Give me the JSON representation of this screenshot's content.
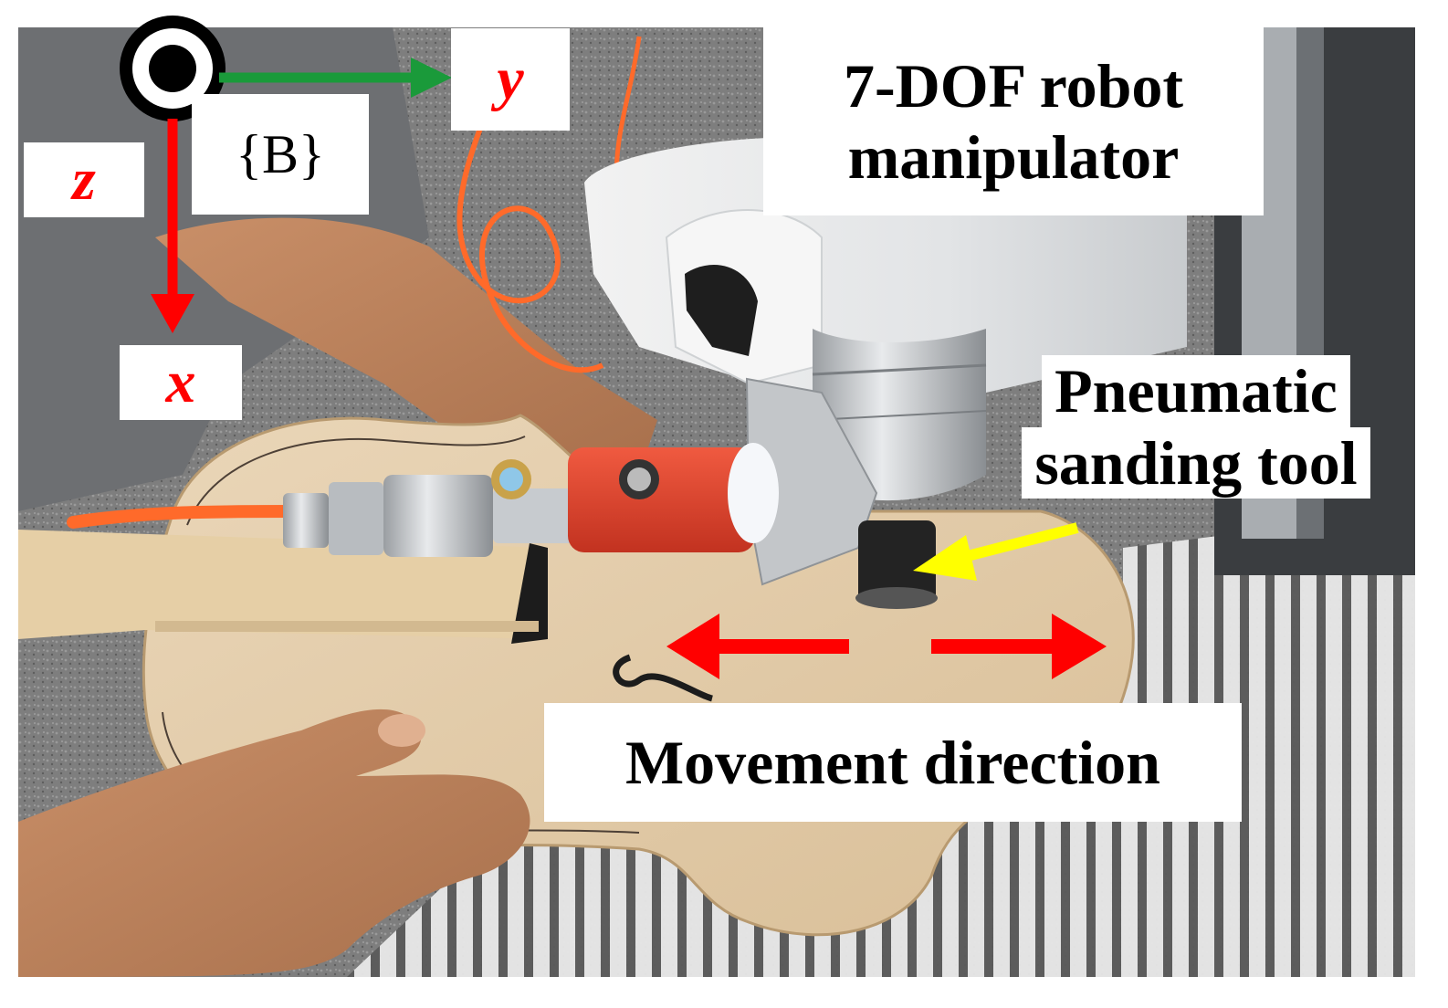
{
  "figure": {
    "frame_label": "{B}",
    "axes": {
      "x": "x",
      "y": "y",
      "z": "z"
    },
    "robot_label_line1": "7-DOF robot",
    "robot_label_line2": "manipulator",
    "tool_label_line1": "Pneumatic",
    "tool_label_line2": "sanding tool",
    "movement_label": "Movement direction"
  },
  "colors": {
    "axis_x_arrow": "#ff0000",
    "axis_y_arrow": "#1a9a3a",
    "axis_letters": "#ff0000",
    "movement_arrows": "#ff0000",
    "tool_pointer_arrow": "#ffff00"
  },
  "icons": {
    "frame_origin": "out-of-page-axis-icon"
  }
}
